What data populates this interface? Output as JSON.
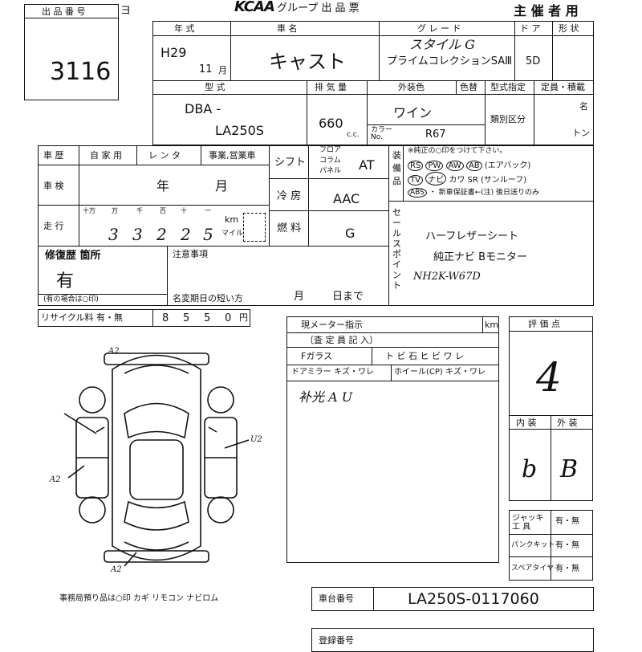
{
  "header": {
    "lot_label": "出 品 番 号",
    "lot_number": "3116",
    "suffix_char": "ヨ",
    "brand": "KCAA",
    "doc_title": "グループ 出 品 票",
    "organizer": "主 催 者 用"
  },
  "vehicle": {
    "year_label": "年  式",
    "era": "H29",
    "month": "11",
    "month_unit": "月",
    "name_label": "車  名",
    "name": "キャスト",
    "grade_label": "グ レ ー ド",
    "grade_line1": "スタイル G",
    "grade_line2": "プライムコレクションSAⅢ",
    "doors_label": "ド ア",
    "doors": "5D",
    "shape_label": "形 状",
    "model_label": "型  式",
    "model_prefix": "DBA -",
    "model_code": "LA250S",
    "disp_label": "排 気 量",
    "displacement": "660",
    "cc": "c.c.",
    "exterior_label": "外装色",
    "color_label": "色替",
    "color": "ワイン",
    "color_no_label": "カラー No.",
    "color_no": "R67",
    "type_designation_label": "型式指定",
    "class_label": "類別区分",
    "capacity_label": "定員・積載",
    "capacity_unit1": "名",
    "capacity_unit2": "トン"
  },
  "details": {
    "history_label": "車 歴",
    "hist_opts": [
      "自 家 用",
      "レ ン タ",
      "事業,営業車"
    ],
    "inspection_label": "車 検",
    "insp_year": "年",
    "insp_month": "月",
    "mileage_label": "走 行",
    "mileage_digit_labels": [
      "十万",
      "万",
      "千",
      "百",
      "十",
      "一"
    ],
    "mileage_digits": [
      "3",
      "3",
      "2",
      "2",
      "5"
    ],
    "km": "km",
    "mile": "マイル",
    "shift_label": "シフト",
    "shift_options": [
      "フロア",
      "コラム",
      "パネル"
    ],
    "shift": "AT",
    "ac_label": "冷 房",
    "ac": "AAC",
    "fuel_label": "燃 料",
    "fuel": "G",
    "equip_label": "装備品",
    "equip_note": "※純正の○印をつけて下さい。",
    "equip_row1": [
      "RS",
      "PW",
      "AW",
      "AB",
      "(エアバック)"
    ],
    "equip_row2": [
      "TV",
      "ナビ",
      "カワ",
      "SR",
      "(サンルーフ)"
    ],
    "equip_row3": [
      "ABS",
      "・ 新車保証書←(注) 後日送りのみ"
    ],
    "sale_label": "セールスポイント",
    "sale_points": [
      "ハーフレザーシート",
      "純正ナビ Bモニター",
      "NH2K-W67D"
    ]
  },
  "repair": {
    "label": "修復歴 箇所",
    "value": "有",
    "note": "(有の場合は○印)",
    "notes_label": "注意事項",
    "name_change_label": "名変期日の短い方",
    "month": "月",
    "day": "日まで"
  },
  "recycle": {
    "label": "リサイクル料 有・無",
    "digits": [
      "8",
      "5",
      "5",
      "0"
    ],
    "unit": "円"
  },
  "meter": {
    "label": "現メーター指示",
    "unit": "km"
  },
  "appraiser": {
    "label": "〔査 定 員 記 入〕",
    "glass_label": "Fガラス",
    "glass_items": "ト ビ 石   ヒ ビ ワ レ",
    "mirror_label": "ドアミラー キズ・ワレ",
    "wheel_label": "ホイール(CP) キズ・ワレ",
    "hand_note": "补光 A U"
  },
  "evaluation": {
    "label": "評 価 点",
    "score": "4",
    "interior_label": "内 装",
    "exterior_label": "外 装",
    "interior": "b",
    "exterior": "B"
  },
  "tools": {
    "jack_label": "ジャッキ工 具",
    "puncture_label": "パンクキット",
    "spare_label": "スペアタイヤ",
    "opts": "有・無"
  },
  "diagram": {
    "marks": [
      "A2",
      "U2",
      "A2",
      "A2"
    ]
  },
  "footer": {
    "office_note": "事務局預り品は○印  カギ リモコン ナビロム",
    "chassis_label": "車台番号",
    "chassis": "LA250S-0117060",
    "reg_label": "登録番号"
  }
}
